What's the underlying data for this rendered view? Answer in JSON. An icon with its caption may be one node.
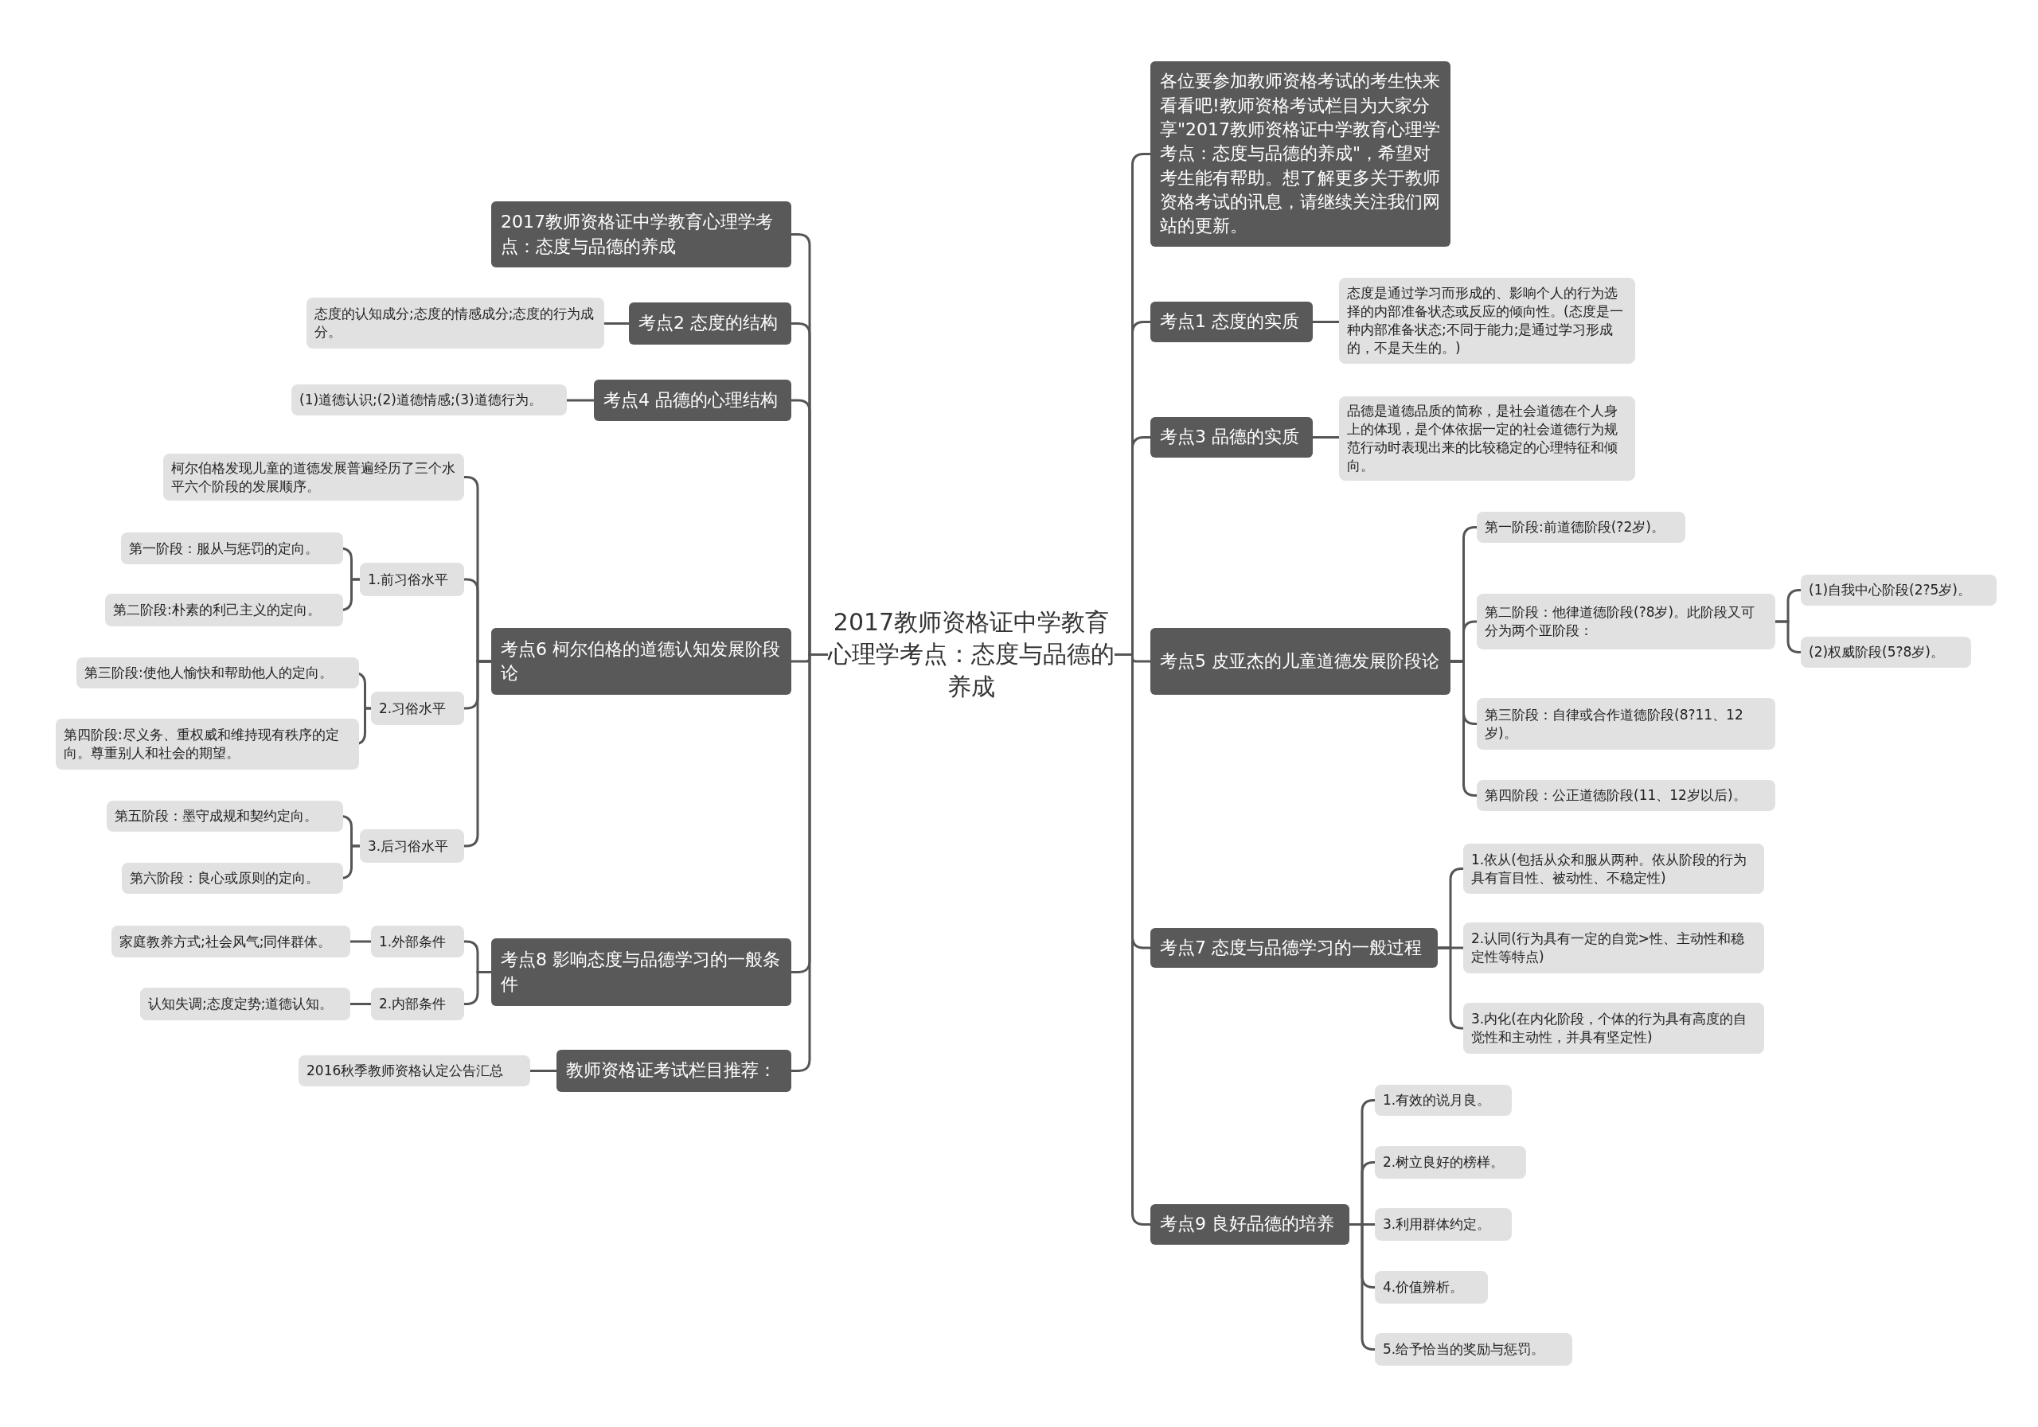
{
  "diagram": {
    "nodes": [
      {
        "text": [
          "2017教师资格证中学教育心理学考点：态度与品德的养成"
        ]
      },
      {
        "text": [
          "2017教师资格证中学教育心理学考点：态度与品德的养成"
        ]
      },
      {
        "text": [
          "考点2 态度的结构"
        ]
      },
      {
        "text": [
          "态度的认知成分;态度的情感成分;态度的行为成分。"
        ]
      },
      {
        "text": [
          "考点4 品德的心理结构"
        ]
      },
      {
        "text": [
          "(1)道德认识;(2)道德情感;(3)道德行为。"
        ]
      },
      {
        "text": [
          "考点6 柯尔伯格的道德认知发展阶段论"
        ]
      },
      {
        "text": [
          "柯尔伯格发现儿童的道德发展普遍经历了三个水平六个阶段的发展顺序。"
        ]
      },
      {
        "text": [
          "1.前习俗水平"
        ]
      },
      {
        "text": [
          "第一阶段：服从与惩罚的定向。"
        ]
      },
      {
        "text": [
          "第二阶段:朴素的利己主义的定向。"
        ]
      },
      {
        "text": [
          "2.习俗水平"
        ]
      },
      {
        "text": [
          "第三阶段:使他人愉快和帮助他人的定向。"
        ]
      },
      {
        "text": [
          "第四阶段:尽义务、重权威和维持现有秩序的定向。尊重别人和社会的期望。"
        ]
      },
      {
        "text": [
          "3.后习俗水平"
        ]
      },
      {
        "text": [
          "第五阶段：墨守成规和契约定向。"
        ]
      },
      {
        "text": [
          "第六阶段：良心或原则的定向。"
        ]
      },
      {
        "text": [
          "考点8 影响态度与品德学习的一般条件"
        ]
      },
      {
        "text": [
          "1.外部条件"
        ]
      },
      {
        "text": [
          "家庭教养方式;社会风气;同伴群体。"
        ]
      },
      {
        "text": [
          "2.内部条件"
        ]
      },
      {
        "text": [
          "认知失调;态度定势;道德认知。"
        ]
      },
      {
        "text": [
          "教师资格证考试栏目推荐："
        ]
      },
      {
        "text": [
          "2016秋季教师资格认定公告汇总"
        ]
      },
      {
        "text": [
          "各位要参加教师资格考试的考生快来看看吧!教师资格考试栏目为大家分享\"2017教师资格证中学教育心理学考点：态度与品德的养成\"，希望对考生能有帮助。想了解更多关于教师资格考试的讯息，请继续关注我们网站的更新。"
        ]
      },
      {
        "text": [
          "考点1 态度的实质"
        ]
      },
      {
        "text": [
          "态度是通过学习而形成的、影响个人的行为选择的内部准备状态或反应的倾向性。(态度是一种内部准备状态;不同于能力;是通过学习形成的，不是天生的。)"
        ]
      },
      {
        "text": [
          "考点3 品德的实质"
        ]
      },
      {
        "text": [
          "品德是道德品质的简称，是社会道德在个人身上的体现，是个体依据一定的社会道德行为规范行动时表现出来的比较稳定的心理特征和倾向。"
        ]
      },
      {
        "text": [
          "考点5 皮亚杰的儿童道德发展阶段论"
        ]
      },
      {
        "text": [
          "第一阶段:前道德阶段(?2岁)。"
        ]
      },
      {
        "text": [
          "第二阶段：他律道德阶段(?8岁)。此阶段又可分为两个亚阶段："
        ]
      },
      {
        "text": [
          "(1)自我中心阶段(2?5岁)。"
        ]
      },
      {
        "text": [
          "(2)权威阶段(5?8岁)。"
        ]
      },
      {
        "text": [
          "第三阶段：自律或合作道德阶段(8?11、12岁)。"
        ]
      },
      {
        "text": [
          "第四阶段：公正道德阶段(11、12岁以后)。"
        ]
      },
      {
        "text": [
          "考点7 态度与品德学习的一般过程"
        ]
      },
      {
        "text": [
          "1.依从(包括从众和服从两种。依从阶段的行为具有盲目性、被动性、不稳定性)"
        ]
      },
      {
        "text": [
          "2.认同(行为具有一定的自觉>性、主动性和稳定性等特点)"
        ]
      },
      {
        "text": [
          "3.内化(在内化阶段，个体的行为具有高度的自觉性和主动性，并具有坚定性)"
        ]
      },
      {
        "text": [
          "考点9 良好品德的培养"
        ]
      },
      {
        "text": [
          "1.有效的说月良。"
        ]
      },
      {
        "text": [
          "2.树立良好的榜样。"
        ]
      },
      {
        "text": [
          "3.利用群体约定。"
        ]
      },
      {
        "text": [
          "4.价值辨析。"
        ]
      },
      {
        "text": [
          "5.给予恰当的奖励与惩罚。"
        ]
      }
    ],
    "edges": [
      {
        "from": 0,
        "to": 1,
        "arrow": "none"
      },
      {
        "from": 0,
        "to": 2,
        "arrow": "none"
      },
      {
        "from": 0,
        "to": 4,
        "arrow": "none"
      },
      {
        "from": 0,
        "to": 6,
        "arrow": "none"
      },
      {
        "from": 0,
        "to": 17,
        "arrow": "none"
      },
      {
        "from": 0,
        "to": 22,
        "arrow": "none"
      },
      {
        "from": 0,
        "to": 24,
        "arrow": "none"
      },
      {
        "from": 0,
        "to": 25,
        "arrow": "none"
      },
      {
        "from": 0,
        "to": 27,
        "arrow": "none"
      },
      {
        "from": 0,
        "to": 29,
        "arrow": "none"
      },
      {
        "from": 0,
        "to": 36,
        "arrow": "none"
      },
      {
        "from": 0,
        "to": 40,
        "arrow": "none"
      },
      {
        "from": 2,
        "to": 3,
        "arrow": "none"
      },
      {
        "from": 4,
        "to": 5,
        "arrow": "none"
      },
      {
        "from": 6,
        "to": 7,
        "arrow": "none"
      },
      {
        "from": 6,
        "to": 8,
        "arrow": "none"
      },
      {
        "from": 6,
        "to": 11,
        "arrow": "none"
      },
      {
        "from": 6,
        "to": 14,
        "arrow": "none"
      },
      {
        "from": 8,
        "to": 9,
        "arrow": "none"
      },
      {
        "from": 8,
        "to": 10,
        "arrow": "none"
      },
      {
        "from": 11,
        "to": 12,
        "arrow": "none"
      },
      {
        "from": 11,
        "to": 13,
        "arrow": "none"
      },
      {
        "from": 14,
        "to": 15,
        "arrow": "none"
      },
      {
        "from": 14,
        "to": 16,
        "arrow": "none"
      },
      {
        "from": 17,
        "to": 18,
        "arrow": "none"
      },
      {
        "from": 17,
        "to": 20,
        "arrow": "none"
      },
      {
        "from": 18,
        "to": 19,
        "arrow": "none"
      },
      {
        "from": 20,
        "to": 21,
        "arrow": "none"
      },
      {
        "from": 22,
        "to": 23,
        "arrow": "none"
      },
      {
        "from": 25,
        "to": 26,
        "arrow": "none"
      },
      {
        "from": 27,
        "to": 28,
        "arrow": "none"
      },
      {
        "from": 29,
        "to": 30,
        "arrow": "none"
      },
      {
        "from": 29,
        "to": 31,
        "arrow": "none"
      },
      {
        "from": 29,
        "to": 34,
        "arrow": "none"
      },
      {
        "from": 29,
        "to": 35,
        "arrow": "none"
      },
      {
        "from": 31,
        "to": 32,
        "arrow": "none"
      },
      {
        "from": 31,
        "to": 33,
        "arrow": "none"
      },
      {
        "from": 36,
        "to": 37,
        "arrow": "none"
      },
      {
        "from": 36,
        "to": 38,
        "arrow": "none"
      },
      {
        "from": 36,
        "to": 39,
        "arrow": "none"
      },
      {
        "from": 40,
        "to": 41,
        "arrow": "none"
      },
      {
        "from": 40,
        "to": 42,
        "arrow": "none"
      },
      {
        "from": 40,
        "to": 43,
        "arrow": "none"
      },
      {
        "from": 40,
        "to": 44,
        "arrow": "none"
      },
      {
        "from": 40,
        "to": 45,
        "arrow": "none"
      }
    ]
  }
}
